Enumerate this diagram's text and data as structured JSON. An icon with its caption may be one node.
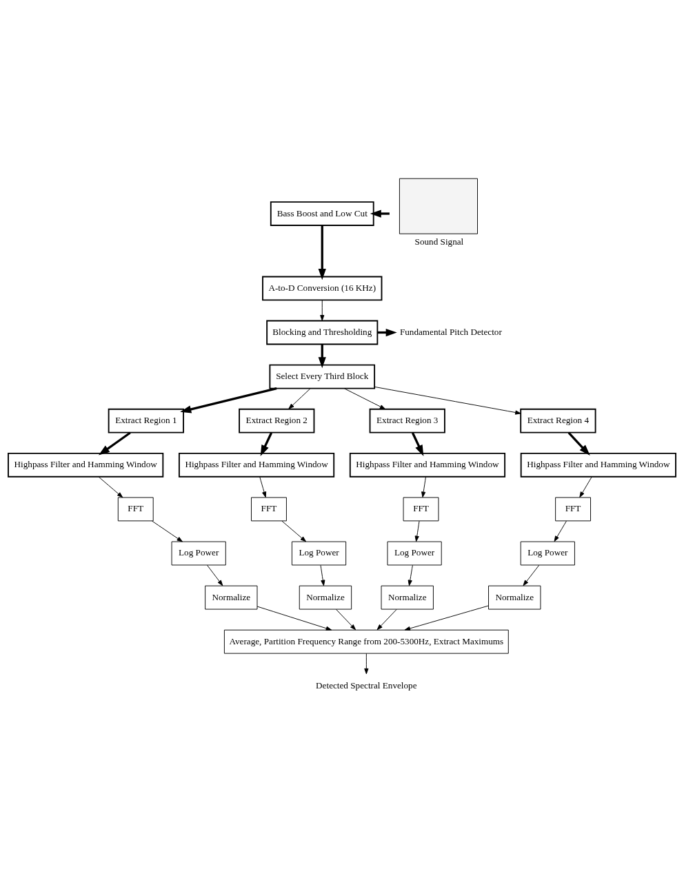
{
  "diagram": {
    "nodes": [
      {
        "text": [
          "Bass Boost and Low Cut"
        ]
      },
      {
        "text": [],
        "shape": "box",
        "beside": [
          "Sound Signal"
        ]
      },
      {
        "text": [
          "A-to-D Conversion (16 KHz)"
        ]
      },
      {
        "text": [
          "Blocking and Thresholding"
        ]
      },
      {
        "text": [
          "Fundamental Pitch Detector"
        ]
      },
      {
        "text": [
          "Select Every Third Block"
        ]
      },
      {
        "text": [
          "Extract Region 1"
        ]
      },
      {
        "text": [
          "Extract Region 2"
        ]
      },
      {
        "text": [
          "Extract Region 3"
        ]
      },
      {
        "text": [
          "Extract Region 4"
        ]
      },
      {
        "text": [
          "Highpass Filter and Hamming Window"
        ]
      },
      {
        "text": [
          "Highpass Filter and Hamming Window"
        ]
      },
      {
        "text": [
          "Highpass Filter and Hamming Window"
        ]
      },
      {
        "text": [
          "Highpass Filter and Hamming Window"
        ]
      },
      {
        "text": [
          "FFT"
        ]
      },
      {
        "text": [
          "FFT"
        ]
      },
      {
        "text": [
          "FFT"
        ]
      },
      {
        "text": [
          "FFT"
        ]
      },
      {
        "text": [
          "Log Power"
        ]
      },
      {
        "text": [
          "Log Power"
        ]
      },
      {
        "text": [
          "Log Power"
        ]
      },
      {
        "text": [
          "Log Power"
        ]
      },
      {
        "text": [
          "Normalize"
        ]
      },
      {
        "text": [
          "Normalize"
        ]
      },
      {
        "text": [
          "Normalize"
        ]
      },
      {
        "text": [
          "Normalize"
        ]
      },
      {
        "text": [
          "Average, Partition Frequency Range from 200-5300Hz, Extract Maximums"
        ]
      },
      {
        "text": [
          "Detected Spectral Envelope"
        ]
      }
    ],
    "edges": [
      {
        "from": 1,
        "to": 0,
        "arrow": "to",
        "style": "thick"
      },
      {
        "from": 0,
        "to": 2,
        "arrow": "to",
        "style": "thick"
      },
      {
        "from": 2,
        "to": 3,
        "arrow": "to"
      },
      {
        "from": 3,
        "to": 4,
        "arrow": "to",
        "style": "thick"
      },
      {
        "from": 3,
        "to": 5,
        "arrow": "to",
        "style": "thick"
      },
      {
        "from": 5,
        "to": 6,
        "arrow": "to",
        "style": "thick"
      },
      {
        "from": 5,
        "to": 7,
        "arrow": "to"
      },
      {
        "from": 5,
        "to": 8,
        "arrow": "to"
      },
      {
        "from": 5,
        "to": 9,
        "arrow": "to"
      },
      {
        "from": 6,
        "to": 10,
        "arrow": "to",
        "style": "thick"
      },
      {
        "from": 7,
        "to": 11,
        "arrow": "to",
        "style": "thick"
      },
      {
        "from": 8,
        "to": 12,
        "arrow": "to",
        "style": "thick"
      },
      {
        "from": 9,
        "to": 13,
        "arrow": "to",
        "style": "thick"
      },
      {
        "from": 10,
        "to": 14,
        "arrow": "to"
      },
      {
        "from": 11,
        "to": 15,
        "arrow": "to"
      },
      {
        "from": 12,
        "to": 16,
        "arrow": "to"
      },
      {
        "from": 13,
        "to": 17,
        "arrow": "to"
      },
      {
        "from": 14,
        "to": 18,
        "arrow": "to"
      },
      {
        "from": 15,
        "to": 19,
        "arrow": "to"
      },
      {
        "from": 16,
        "to": 20,
        "arrow": "to"
      },
      {
        "from": 17,
        "to": 21,
        "arrow": "to"
      },
      {
        "from": 18,
        "to": 22,
        "arrow": "to"
      },
      {
        "from": 19,
        "to": 23,
        "arrow": "to"
      },
      {
        "from": 20,
        "to": 24,
        "arrow": "to"
      },
      {
        "from": 21,
        "to": 25,
        "arrow": "to"
      },
      {
        "from": 22,
        "to": 26,
        "arrow": "to"
      },
      {
        "from": 23,
        "to": 26,
        "arrow": "to"
      },
      {
        "from": 24,
        "to": 26,
        "arrow": "to"
      },
      {
        "from": 25,
        "to": 26,
        "arrow": "to"
      },
      {
        "from": 26,
        "to": 27,
        "arrow": "to"
      }
    ]
  }
}
